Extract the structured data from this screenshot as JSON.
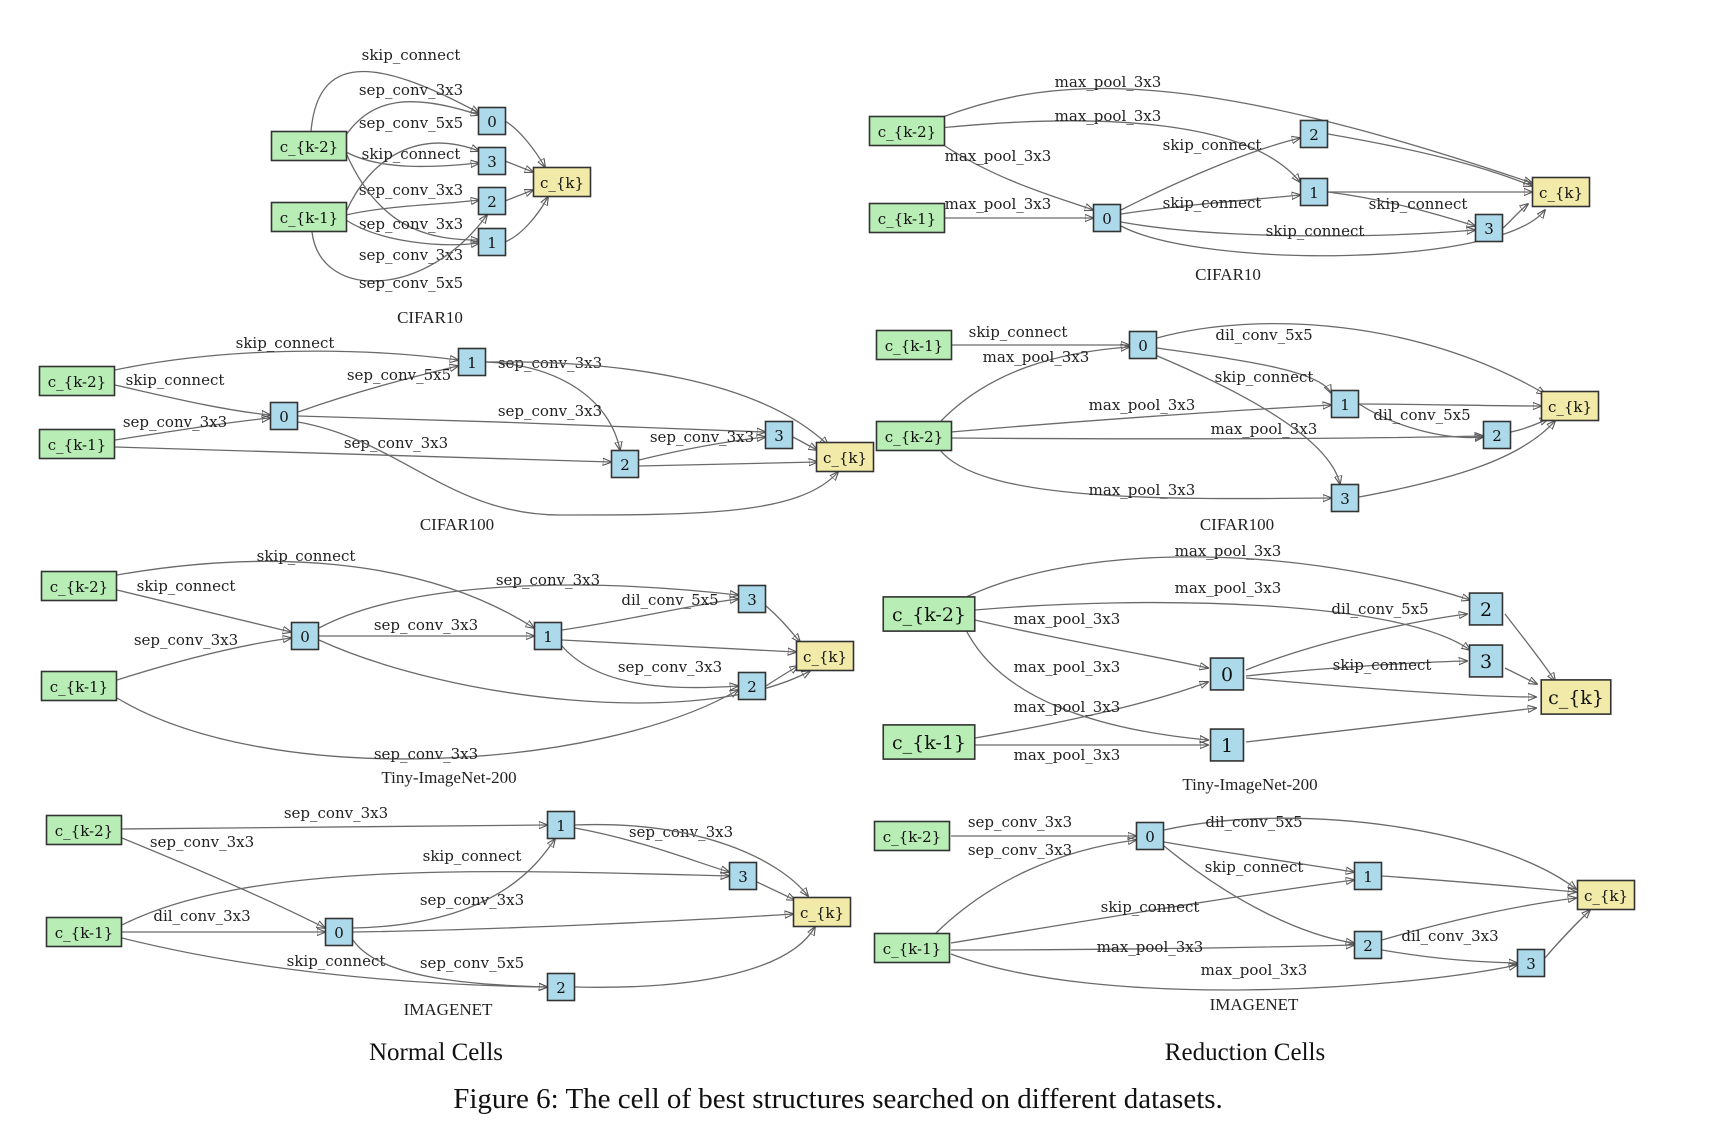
{
  "colors": {
    "input": "#b8edb5",
    "intermediate": "#acdaea",
    "output": "#f2eaa8",
    "stroke": "#333333",
    "edge": "#6a6a6a"
  },
  "column_labels": {
    "normal": "Normal Cells",
    "reduction": "Reduction Cells"
  },
  "figure_caption": "Figure 6: The cell of best structures searched on different datasets.",
  "cells": [
    {
      "id": "normal-cifar10",
      "caption": "CIFAR10",
      "nodes": [
        {
          "id": "k2",
          "label": "c_{k-2}",
          "kind": "input"
        },
        {
          "id": "k1",
          "label": "c_{k-1}",
          "kind": "input"
        },
        {
          "id": "n0",
          "label": "0",
          "kind": "intermediate"
        },
        {
          "id": "n3",
          "label": "3",
          "kind": "intermediate"
        },
        {
          "id": "n2",
          "label": "2",
          "kind": "intermediate"
        },
        {
          "id": "n1",
          "label": "1",
          "kind": "intermediate"
        },
        {
          "id": "out",
          "label": "c_{k}",
          "kind": "output"
        }
      ],
      "edges": [
        {
          "from": "k1",
          "to": "n0",
          "label": "skip_connect"
        },
        {
          "from": "k2",
          "to": "n0",
          "label": "sep_conv_3x3"
        },
        {
          "from": "k1",
          "to": "n3",
          "label": "sep_conv_5x5"
        },
        {
          "from": "k2",
          "to": "n3",
          "label": "skip_connect"
        },
        {
          "from": "k1",
          "to": "n2",
          "label": "sep_conv_3x3"
        },
        {
          "from": "k2",
          "to": "n1",
          "label": "sep_conv_3x3"
        },
        {
          "from": "k1",
          "to": "n1",
          "label": "sep_conv_3x3"
        },
        {
          "from": "k1",
          "to": "n2",
          "label": "sep_conv_5x5"
        },
        {
          "from": "n0",
          "to": "out",
          "label": ""
        },
        {
          "from": "n3",
          "to": "out",
          "label": ""
        },
        {
          "from": "n2",
          "to": "out",
          "label": ""
        },
        {
          "from": "n1",
          "to": "out",
          "label": ""
        }
      ]
    },
    {
      "id": "reduction-cifar10",
      "caption": "CIFAR10",
      "nodes": [
        {
          "id": "k2",
          "label": "c_{k-2}",
          "kind": "input"
        },
        {
          "id": "k1",
          "label": "c_{k-1}",
          "kind": "input"
        },
        {
          "id": "n0",
          "label": "0",
          "kind": "intermediate"
        },
        {
          "id": "n2",
          "label": "2",
          "kind": "intermediate"
        },
        {
          "id": "n1",
          "label": "1",
          "kind": "intermediate"
        },
        {
          "id": "n3",
          "label": "3",
          "kind": "intermediate"
        },
        {
          "id": "out",
          "label": "c_{k}",
          "kind": "output"
        }
      ],
      "edges": [
        {
          "from": "k2",
          "to": "n2",
          "label": "max_pool_3x3"
        },
        {
          "from": "k2",
          "to": "n1",
          "label": "max_pool_3x3"
        },
        {
          "from": "k2",
          "to": "n0",
          "label": "max_pool_3x3"
        },
        {
          "from": "k1",
          "to": "n0",
          "label": "max_pool_3x3"
        },
        {
          "from": "n0",
          "to": "n2",
          "label": "skip_connect"
        },
        {
          "from": "n0",
          "to": "n1",
          "label": "skip_connect"
        },
        {
          "from": "n1",
          "to": "n3",
          "label": "skip_connect"
        },
        {
          "from": "n0",
          "to": "n3",
          "label": "skip_connect"
        },
        {
          "from": "n2",
          "to": "out",
          "label": ""
        },
        {
          "from": "n1",
          "to": "out",
          "label": ""
        },
        {
          "from": "n3",
          "to": "out",
          "label": ""
        },
        {
          "from": "n0",
          "to": "out",
          "label": ""
        }
      ]
    },
    {
      "id": "normal-cifar100",
      "caption": "CIFAR100",
      "nodes": [
        {
          "id": "k2",
          "label": "c_{k-2}",
          "kind": "input"
        },
        {
          "id": "k1",
          "label": "c_{k-1}",
          "kind": "input"
        },
        {
          "id": "n0",
          "label": "0",
          "kind": "intermediate"
        },
        {
          "id": "n1",
          "label": "1",
          "kind": "intermediate"
        },
        {
          "id": "n2",
          "label": "2",
          "kind": "intermediate"
        },
        {
          "id": "n3",
          "label": "3",
          "kind": "intermediate"
        },
        {
          "id": "out",
          "label": "c_{k}",
          "kind": "output"
        }
      ],
      "edges": [
        {
          "from": "k2",
          "to": "n1",
          "label": "skip_connect"
        },
        {
          "from": "k2",
          "to": "n0",
          "label": "skip_connect"
        },
        {
          "from": "k1",
          "to": "n0",
          "label": "sep_conv_3x3"
        },
        {
          "from": "n0",
          "to": "n1",
          "label": "sep_conv_5x5"
        },
        {
          "from": "n1",
          "to": "n2",
          "label": "sep_conv_3x3"
        },
        {
          "from": "n0",
          "to": "n3",
          "label": "sep_conv_3x3"
        },
        {
          "from": "k1",
          "to": "n2",
          "label": "sep_conv_3x3"
        },
        {
          "from": "n2",
          "to": "n3",
          "label": "sep_conv_3x3"
        },
        {
          "from": "n1",
          "to": "out",
          "label": ""
        },
        {
          "from": "n3",
          "to": "out",
          "label": ""
        },
        {
          "from": "n2",
          "to": "out",
          "label": ""
        },
        {
          "from": "n0",
          "to": "out",
          "label": ""
        }
      ]
    },
    {
      "id": "reduction-cifar100",
      "caption": "CIFAR100",
      "nodes": [
        {
          "id": "k1",
          "label": "c_{k-1}",
          "kind": "input"
        },
        {
          "id": "k2",
          "label": "c_{k-2}",
          "kind": "input"
        },
        {
          "id": "n0",
          "label": "0",
          "kind": "intermediate"
        },
        {
          "id": "n1",
          "label": "1",
          "kind": "intermediate"
        },
        {
          "id": "n2",
          "label": "2",
          "kind": "intermediate"
        },
        {
          "id": "n3",
          "label": "3",
          "kind": "intermediate"
        },
        {
          "id": "out",
          "label": "c_{k}",
          "kind": "output"
        }
      ],
      "edges": [
        {
          "from": "k1",
          "to": "n0",
          "label": "skip_connect"
        },
        {
          "from": "k2",
          "to": "n0",
          "label": "max_pool_3x3"
        },
        {
          "from": "n0",
          "to": "out",
          "label": "dil_conv_5x5"
        },
        {
          "from": "n0",
          "to": "n1",
          "label": "skip_connect"
        },
        {
          "from": "k2",
          "to": "n1",
          "label": "max_pool_3x3"
        },
        {
          "from": "n1",
          "to": "n2",
          "label": "dil_conv_5x5"
        },
        {
          "from": "k2",
          "to": "n2",
          "label": "max_pool_3x3"
        },
        {
          "from": "k2",
          "to": "n3",
          "label": "max_pool_3x3"
        },
        {
          "from": "n0",
          "to": "n3",
          "label": ""
        },
        {
          "from": "n1",
          "to": "out",
          "label": ""
        },
        {
          "from": "n2",
          "to": "out",
          "label": ""
        },
        {
          "from": "n3",
          "to": "out",
          "label": ""
        }
      ]
    },
    {
      "id": "normal-tiny",
      "caption": "Tiny-ImageNet-200",
      "nodes": [
        {
          "id": "k2",
          "label": "c_{k-2}",
          "kind": "input"
        },
        {
          "id": "k1",
          "label": "c_{k-1}",
          "kind": "input"
        },
        {
          "id": "n0",
          "label": "0",
          "kind": "intermediate"
        },
        {
          "id": "n1",
          "label": "1",
          "kind": "intermediate"
        },
        {
          "id": "n3",
          "label": "3",
          "kind": "intermediate"
        },
        {
          "id": "n2",
          "label": "2",
          "kind": "intermediate"
        },
        {
          "id": "out",
          "label": "c_{k}",
          "kind": "output"
        }
      ],
      "edges": [
        {
          "from": "k2",
          "to": "n1",
          "label": "skip_connect"
        },
        {
          "from": "k2",
          "to": "n0",
          "label": "skip_connect"
        },
        {
          "from": "k1",
          "to": "n0",
          "label": "sep_conv_3x3"
        },
        {
          "from": "n0",
          "to": "n3",
          "label": "sep_conv_3x3"
        },
        {
          "from": "n0",
          "to": "n1",
          "label": "sep_conv_3x3"
        },
        {
          "from": "n1",
          "to": "n3",
          "label": "dil_conv_5x5"
        },
        {
          "from": "n1",
          "to": "n2",
          "label": "sep_conv_3x3"
        },
        {
          "from": "k1",
          "to": "n2",
          "label": "sep_conv_3x3"
        },
        {
          "from": "n3",
          "to": "out",
          "label": ""
        },
        {
          "from": "n1",
          "to": "out",
          "label": ""
        },
        {
          "from": "n2",
          "to": "out",
          "label": ""
        },
        {
          "from": "n0",
          "to": "out",
          "label": ""
        }
      ]
    },
    {
      "id": "reduction-tiny",
      "caption": "Tiny-ImageNet-200",
      "nodes": [
        {
          "id": "k2",
          "label": "c_{k-2}",
          "kind": "input"
        },
        {
          "id": "k1",
          "label": "c_{k-1}",
          "kind": "input"
        },
        {
          "id": "n0",
          "label": "0",
          "kind": "intermediate"
        },
        {
          "id": "n1",
          "label": "1",
          "kind": "intermediate"
        },
        {
          "id": "n2",
          "label": "2",
          "kind": "intermediate"
        },
        {
          "id": "n3",
          "label": "3",
          "kind": "intermediate"
        },
        {
          "id": "out",
          "label": "c_{k}",
          "kind": "output"
        }
      ],
      "edges": [
        {
          "from": "k2",
          "to": "n2",
          "label": "max_pool_3x3"
        },
        {
          "from": "k2",
          "to": "n3",
          "label": "max_pool_3x3"
        },
        {
          "from": "k2",
          "to": "n0",
          "label": "max_pool_3x3"
        },
        {
          "from": "k2",
          "to": "n1",
          "label": "max_pool_3x3"
        },
        {
          "from": "k1",
          "to": "n0",
          "label": "max_pool_3x3"
        },
        {
          "from": "k1",
          "to": "n1",
          "label": "max_pool_3x3"
        },
        {
          "from": "n0",
          "to": "n2",
          "label": "dil_conv_5x5"
        },
        {
          "from": "n0",
          "to": "n3",
          "label": "skip_connect"
        },
        {
          "from": "n2",
          "to": "out",
          "label": ""
        },
        {
          "from": "n3",
          "to": "out",
          "label": ""
        },
        {
          "from": "n0",
          "to": "out",
          "label": ""
        },
        {
          "from": "n1",
          "to": "out",
          "label": ""
        }
      ]
    },
    {
      "id": "normal-imagenet",
      "caption": "IMAGENET",
      "nodes": [
        {
          "id": "k2",
          "label": "c_{k-2}",
          "kind": "input"
        },
        {
          "id": "k1",
          "label": "c_{k-1}",
          "kind": "input"
        },
        {
          "id": "n0",
          "label": "0",
          "kind": "intermediate"
        },
        {
          "id": "n1",
          "label": "1",
          "kind": "intermediate"
        },
        {
          "id": "n3",
          "label": "3",
          "kind": "intermediate"
        },
        {
          "id": "n2",
          "label": "2",
          "kind": "intermediate"
        },
        {
          "id": "out",
          "label": "c_{k}",
          "kind": "output"
        }
      ],
      "edges": [
        {
          "from": "k2",
          "to": "n1",
          "label": "sep_conv_3x3"
        },
        {
          "from": "k2",
          "to": "n0",
          "label": "sep_conv_3x3"
        },
        {
          "from": "n1",
          "to": "n3",
          "label": "sep_conv_3x3"
        },
        {
          "from": "k1",
          "to": "n3",
          "label": "skip_connect"
        },
        {
          "from": "n0",
          "to": "n1",
          "label": "sep_conv_3x3"
        },
        {
          "from": "k1",
          "to": "n0",
          "label": "dil_conv_3x3"
        },
        {
          "from": "k1",
          "to": "n2",
          "label": "skip_connect"
        },
        {
          "from": "n0",
          "to": "n2",
          "label": "sep_conv_5x5"
        },
        {
          "from": "n1",
          "to": "out",
          "label": ""
        },
        {
          "from": "n3",
          "to": "out",
          "label": ""
        },
        {
          "from": "n0",
          "to": "out",
          "label": ""
        },
        {
          "from": "n2",
          "to": "out",
          "label": ""
        }
      ]
    },
    {
      "id": "reduction-imagenet",
      "caption": "IMAGENET",
      "nodes": [
        {
          "id": "k2",
          "label": "c_{k-2}",
          "kind": "input"
        },
        {
          "id": "k1",
          "label": "c_{k-1}",
          "kind": "input"
        },
        {
          "id": "n0",
          "label": "0",
          "kind": "intermediate"
        },
        {
          "id": "n1",
          "label": "1",
          "kind": "intermediate"
        },
        {
          "id": "n2",
          "label": "2",
          "kind": "intermediate"
        },
        {
          "id": "n3",
          "label": "3",
          "kind": "intermediate"
        },
        {
          "id": "out",
          "label": "c_{k}",
          "kind": "output"
        }
      ],
      "edges": [
        {
          "from": "k2",
          "to": "n0",
          "label": "sep_conv_3x3"
        },
        {
          "from": "k1",
          "to": "n0",
          "label": "sep_conv_3x3"
        },
        {
          "from": "n0",
          "to": "out",
          "label": "dil_conv_5x5"
        },
        {
          "from": "n0",
          "to": "n1",
          "label": "skip_connect"
        },
        {
          "from": "k1",
          "to": "n1",
          "label": "skip_connect"
        },
        {
          "from": "k1",
          "to": "n2",
          "label": "max_pool_3x3"
        },
        {
          "from": "n2",
          "to": "out",
          "label": "dil_conv_3x3"
        },
        {
          "from": "k1",
          "to": "n3",
          "label": "max_pool_3x3"
        },
        {
          "from": "n0",
          "to": "n2",
          "label": ""
        },
        {
          "from": "n1",
          "to": "out",
          "label": ""
        },
        {
          "from": "n2",
          "to": "n3",
          "label": ""
        },
        {
          "from": "n3",
          "to": "out",
          "label": ""
        }
      ]
    }
  ]
}
